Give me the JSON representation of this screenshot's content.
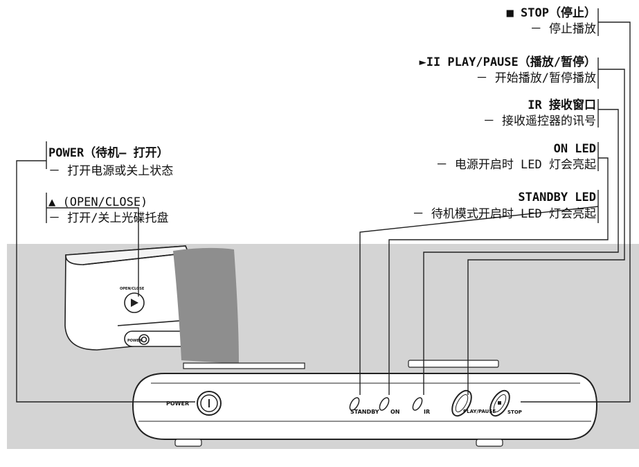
{
  "callouts": {
    "stop": {
      "title": "■ STOP（停止）",
      "desc": "－ 停止播放"
    },
    "play_pause": {
      "title": "►II  PLAY/PAUSE（播放/暂停）",
      "desc": "－  开始播放/暂停播放"
    },
    "ir": {
      "title": "IR 接收窗口",
      "desc": "－ 接收遥控器的讯号"
    },
    "on_led": {
      "title": "ON LED",
      "desc": "－ 电源开启时 LED 灯会亮起"
    },
    "standby_led": {
      "title": "STANDBY LED",
      "desc": "－ 待机模式开启时 LED 灯会亮起"
    },
    "power": {
      "title": "POWER（待机– 打开）",
      "desc": "－  打开电源或关上状态"
    },
    "open_close": {
      "title": "▲ (OPEN/CLOSE)",
      "desc": "－  打开/关上光碟托盘"
    }
  },
  "device_labels": {
    "power": "POWER",
    "standby": "STANDBY",
    "on": "ON",
    "ir": "IR",
    "play_pause": "PLAY/PAUSE",
    "stop": "STOP",
    "open_close": "OPEN/CLOSE",
    "small_power": "POWER"
  },
  "colors": {
    "panel": "#d4d4d4",
    "lines": "#222222",
    "device": "#ffffff"
  }
}
